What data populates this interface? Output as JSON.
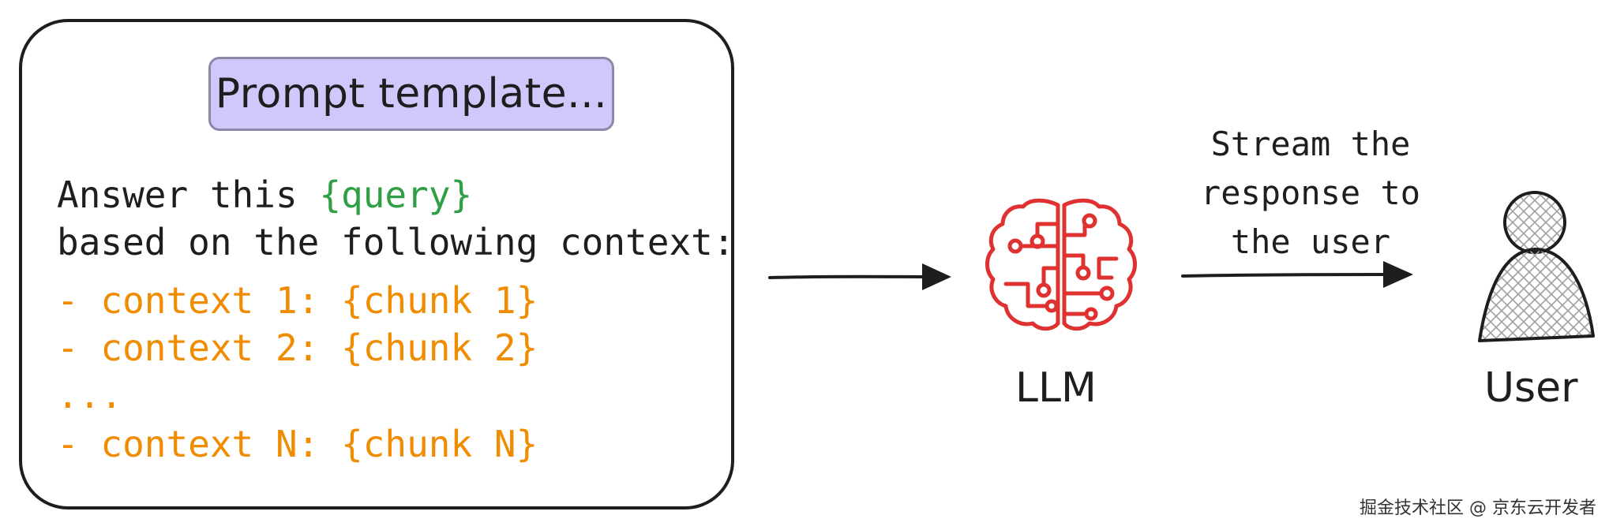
{
  "template": {
    "title": "Prompt template...",
    "line1_prefix": "Answer this ",
    "line1_placeholder": "{query}",
    "line2": "based on the following context:",
    "context_lines": [
      "- context 1: {chunk 1}",
      "- context 2: {chunk 2}",
      "...",
      "- context N: {chunk N}"
    ]
  },
  "llm": {
    "label": "LLM",
    "icon": "brain-circuit-icon",
    "color": "#e03131"
  },
  "stream": {
    "lines": [
      "Stream the",
      "response to",
      "the user"
    ]
  },
  "user": {
    "label": "User",
    "icon": "user-icon"
  },
  "watermark": "掘金技术社区 @ 京东云开发者",
  "colors": {
    "placeholder_query": "#2f9e44",
    "placeholder_context": "#f08c00",
    "title_fill": "#d0c8fb",
    "stroke": "#1e1e1e"
  }
}
